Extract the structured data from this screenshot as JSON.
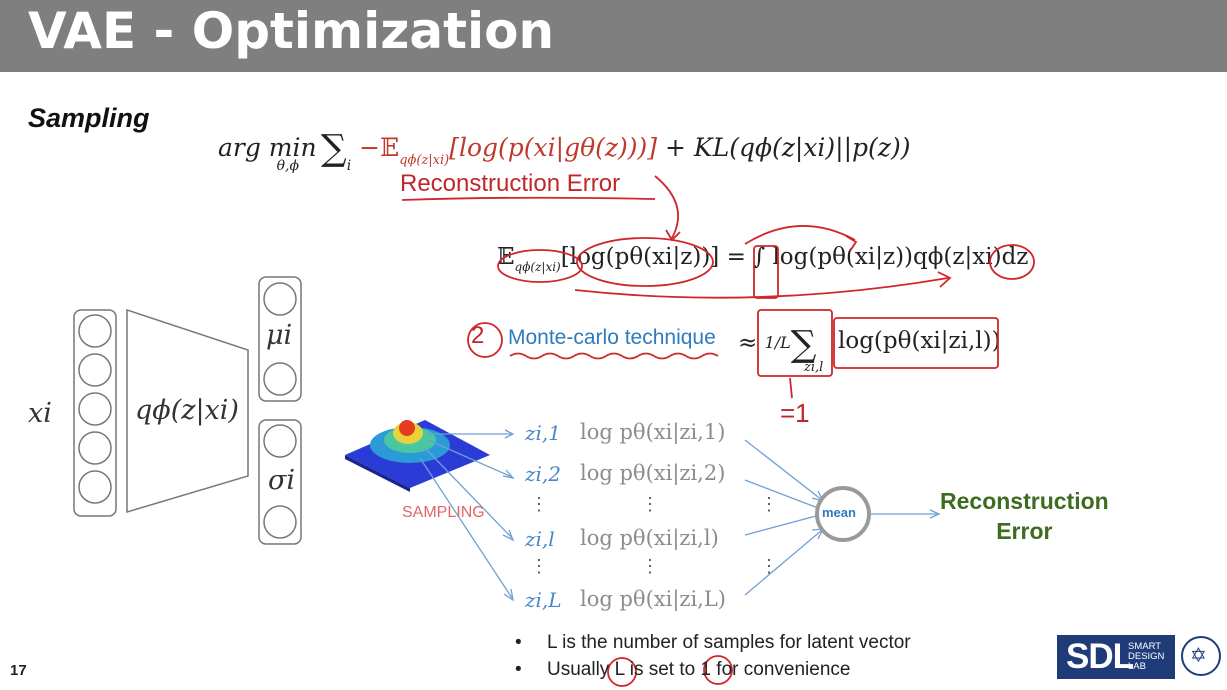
{
  "title": "VAE - Optimization",
  "section": "Sampling",
  "formula": {
    "argmin": "arg min",
    "under": "θ,ϕ",
    "sum": "∑",
    "sum_sub": "i",
    "expect": "−𝔼",
    "expect_sub": "qϕ(z|xi)",
    "expect_body": "[log(p(xi|gθ(z)))]",
    "kl": "+ KL(qϕ(z|xi)||p(z))"
  },
  "recon_label": "Reconstruction Error",
  "expectation": {
    "lhs": "𝔼",
    "lhs_sub": "qϕ(z|xi)",
    "lhs_body": "[log(pθ(xi|z))] = ∫ log(pθ(xi|z))qϕ(z|xi)dz"
  },
  "mc_number": "2",
  "mc_label": "Monte-carlo technique",
  "approx": {
    "prefix": "≈",
    "frac": "1/L",
    "sum": "∑",
    "sum_sub": "zi,l",
    "body": "log(pθ(xi|zi,l))"
  },
  "eq1": "=1",
  "xi": "xi",
  "encoder": "qϕ(z|xi)",
  "mu": "μi",
  "sigma": "σi",
  "sampling": "SAMPLING",
  "samples": [
    {
      "z": "zi,1",
      "log": "log pθ(xi|zi,1)"
    },
    {
      "z": "zi,2",
      "log": "log pθ(xi|zi,2)"
    },
    {
      "z": "zi,l",
      "log": "log pθ(xi|zi,l)"
    },
    {
      "z": "zi,L",
      "log": "log pθ(xi|zi,L)"
    }
  ],
  "vdots": "⋮",
  "mean": "mean",
  "recon_green_1": "Reconstruction",
  "recon_green_2": "Error",
  "bullets": [
    "L is the number of samples for latent vector",
    "Usually L is set to 1 for convenience"
  ],
  "bullet_mark": "•",
  "page_number": "17",
  "logo_text": "SDL",
  "logo_small": [
    "SMART",
    "DESIGN",
    "LAB"
  ],
  "colors": {
    "header": "#7f7f7f",
    "red": "#c0262b",
    "blue": "#2f7bbd",
    "green": "#3d6b1f",
    "logo": "#1f3c78"
  }
}
